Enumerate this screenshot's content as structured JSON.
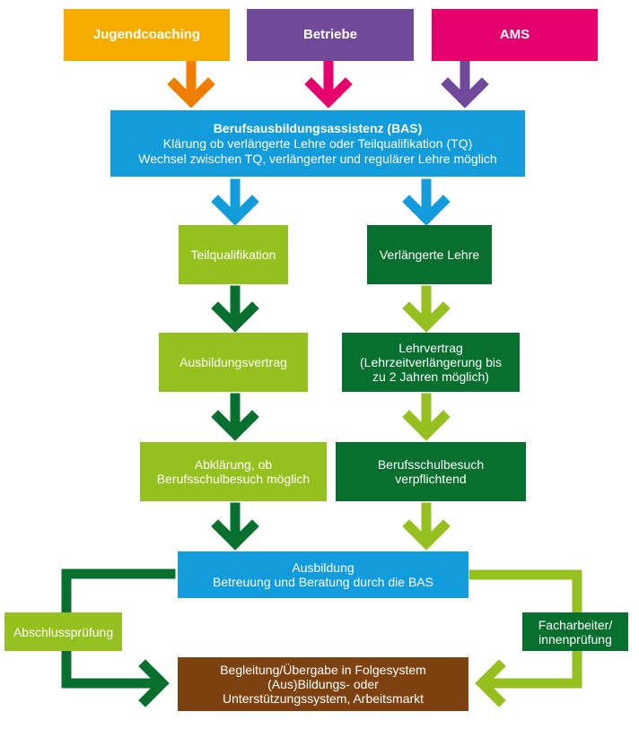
{
  "colors": {
    "orange": "#f7ac00",
    "orange_arrow": "#ef7d00",
    "purple": "#71499a",
    "magenta": "#e5006d",
    "blue": "#139cdc",
    "light_green": "#95c11f",
    "dark_green": "#08702e",
    "brown": "#7e4211"
  },
  "sources": {
    "jugendcoaching": "Jugendcoaching",
    "betriebe": "Betriebe",
    "ams": "AMS"
  },
  "bas": {
    "title": "Berufsausbildungsassistenz (BAS)",
    "line1": "Klärung ob verlängerte Lehre oder Teilqualifikation (TQ)",
    "line2": "Wechsel zwischen TQ, verlängerter und regulärer Lehre möglich"
  },
  "left_path": {
    "teilqualifikation": "Teilqualifikation",
    "ausbildungsvertrag": "Ausbildungsvertrag",
    "abklaerung_line1": "Abklärung, ob",
    "abklaerung_line2": "Berufsschulbesuch möglich"
  },
  "right_path": {
    "verlaengerte_lehre": "Verlängerte Lehre",
    "lehrvertrag_line1": "Lehrvertrag",
    "lehrvertrag_line2": "(Lehrzeitverlängerung bis",
    "lehrvertrag_line3": "zu 2 Jahren möglich)",
    "berufsschule_line1": "Berufsschulbesuch",
    "berufsschule_line2": "verpflichtend"
  },
  "ausbildung": {
    "title": "Ausbildung",
    "subtitle": "Betreuung und Beratung durch die BAS"
  },
  "exams": {
    "abschlusspruefung": "Abschlussprüfung",
    "facharbeiter_line1": "Facharbeiter/",
    "facharbeiter_line2": "innenprüfung"
  },
  "begleitung": {
    "line1": "Begleitung/Übergabe in Folgesystem",
    "line2": "(Aus)Bildungs- oder",
    "line3": "Unterstützungssystem, Arbeitsmarkt"
  }
}
